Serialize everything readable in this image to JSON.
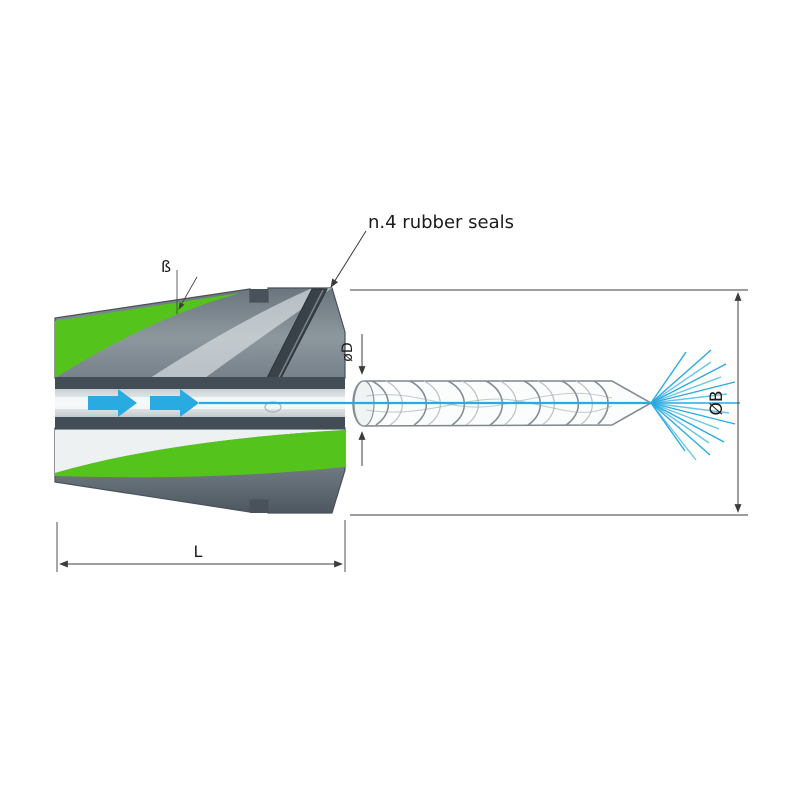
{
  "figure": {
    "type": "technical-diagram",
    "subject": "sealed collet with internal coolant supply and twist drill",
    "labels": {
      "rubber_seals": "n.4 rubber seals",
      "taper_angle": "ß",
      "drill_diameter": "øD",
      "body_diameter": "ØB",
      "body_length": "L"
    },
    "colors": {
      "accent-green": "#54c41d",
      "accent-blue": "#29abe2",
      "body-dark": "#5b666f",
      "body-mid": "#95a0a7",
      "body-light": "#e9edef",
      "bore-wall": "#434d55",
      "seal-dark": "#3a4249",
      "line": "#3c3c3c"
    }
  }
}
